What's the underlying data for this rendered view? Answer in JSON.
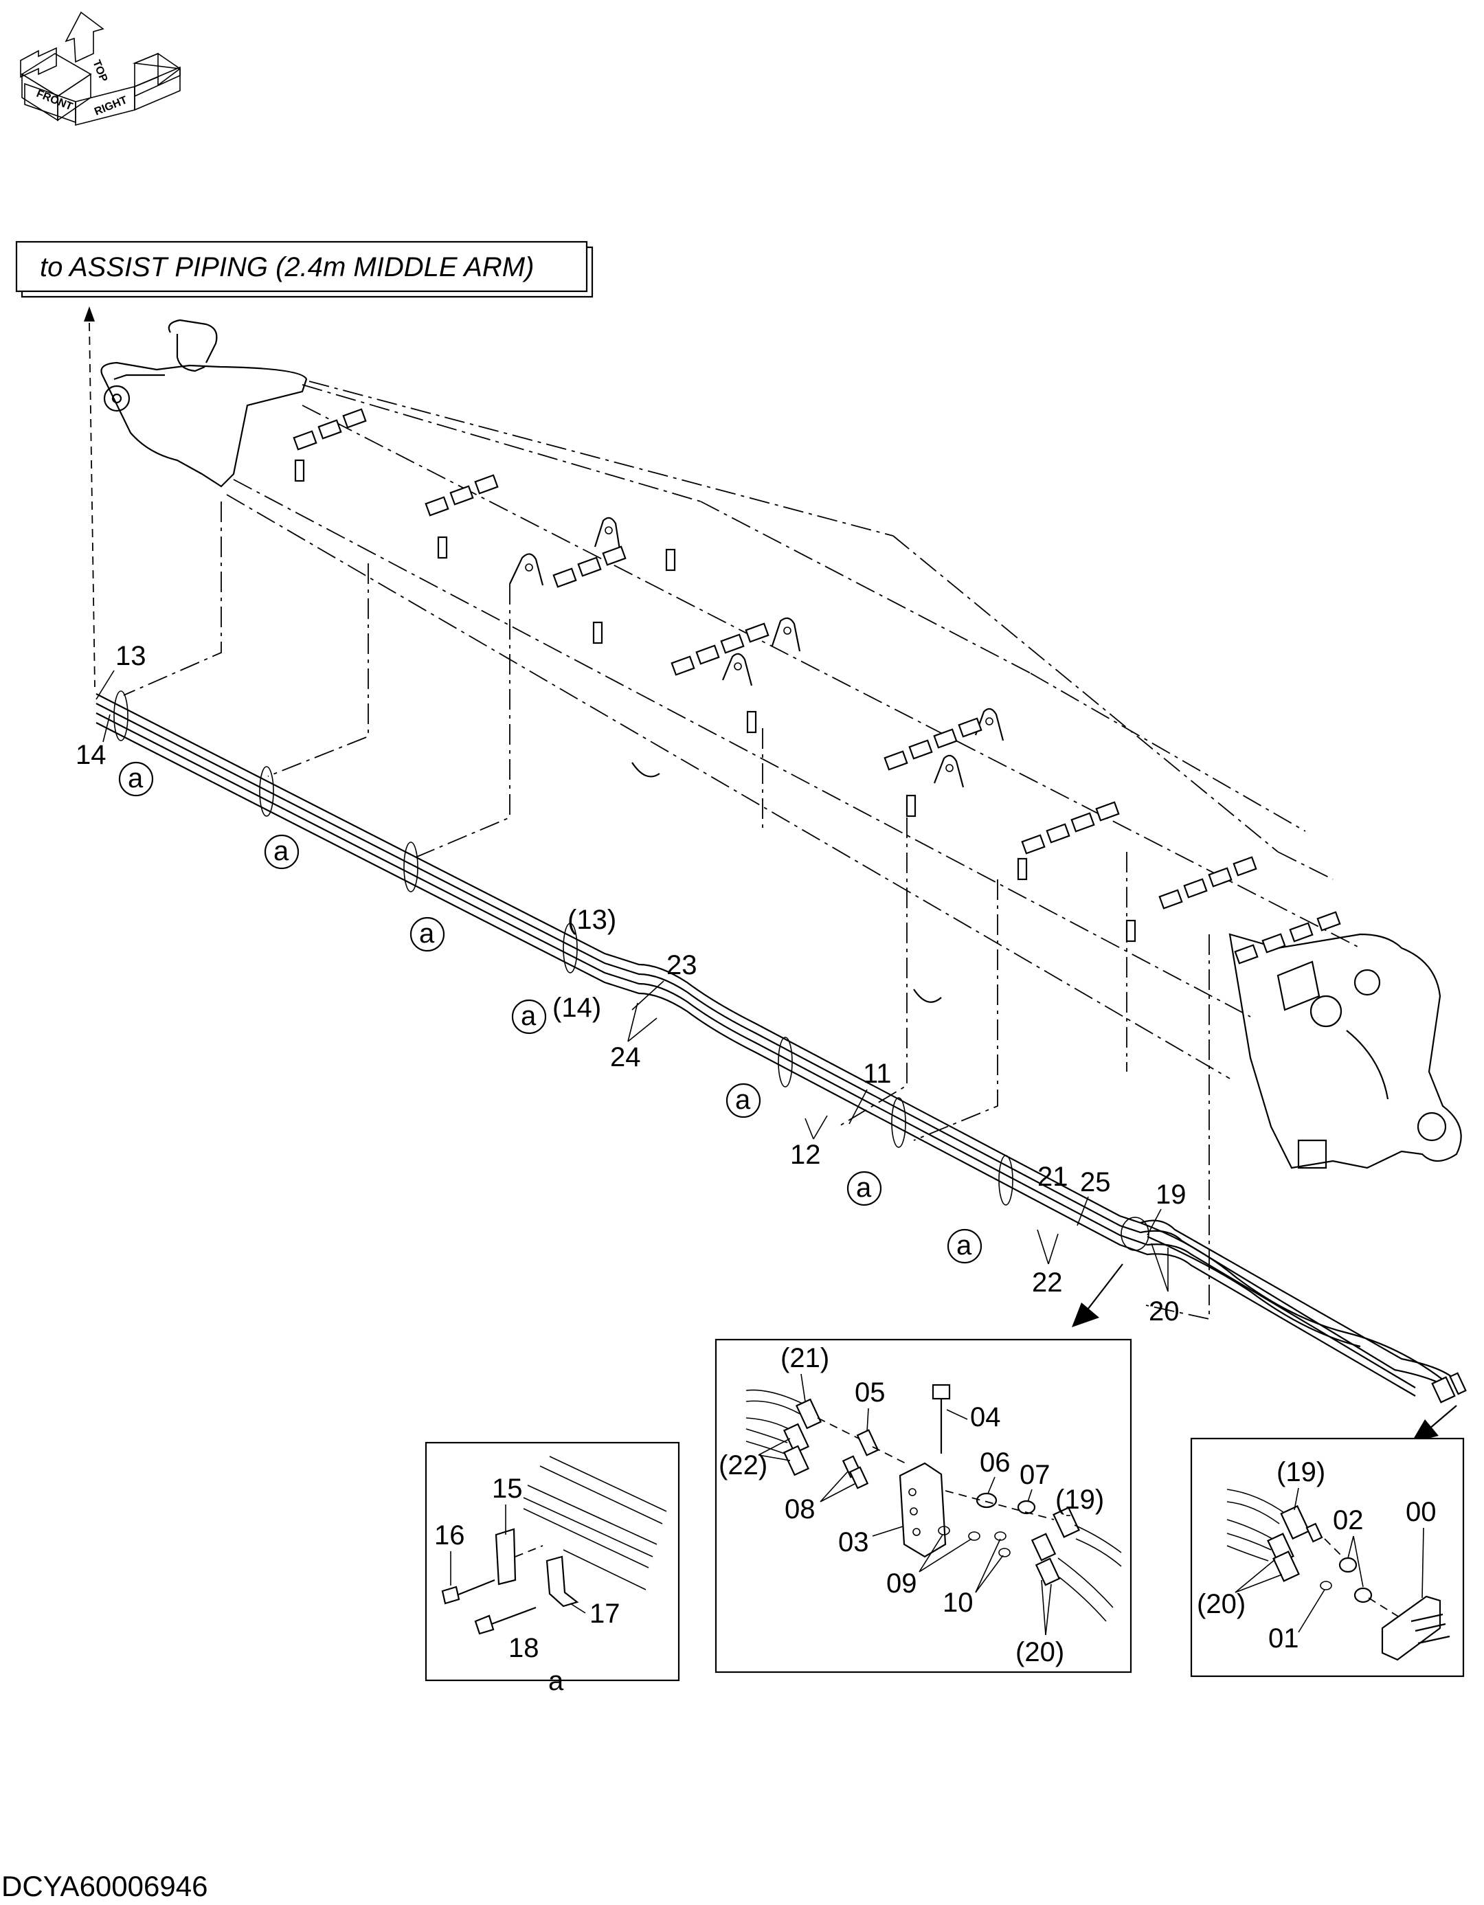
{
  "drawing_code": "DCYA60006946",
  "orientation": {
    "front": "FRONT",
    "top": "TOP",
    "right": "RIGHT"
  },
  "callout": "to ASSIST PIPING (2.4m MIDDLE ARM)",
  "detail_a": {
    "caption": "a",
    "labels": [
      "15",
      "16",
      "17",
      "18"
    ]
  },
  "detail_center": {
    "labels": [
      "(21)",
      "05",
      "04",
      "06",
      "07",
      "(19)",
      "(22)",
      "08",
      "03",
      "09",
      "10",
      "(20)"
    ]
  },
  "detail_right": {
    "labels": [
      "(19)",
      "02",
      "00",
      "(20)",
      "01"
    ]
  },
  "main_labels": {
    "l13": "13",
    "l14": "14",
    "la1": "a",
    "la2": "a",
    "la3": "a",
    "la4": "a",
    "la5": "a",
    "la6": "a",
    "la7": "a",
    "l13p": "(13)",
    "l14p": "(14)",
    "l23": "23",
    "l24": "24",
    "l11": "11",
    "l12": "12",
    "l21": "21",
    "l25": "25",
    "l19": "19",
    "l22": "22",
    "l20": "20"
  },
  "icons": [
    "orientation-cube-icon",
    "arrow-up-icon",
    "arrow-left-icon",
    "arrow-right-icon",
    "pointer-triangle-icon"
  ]
}
